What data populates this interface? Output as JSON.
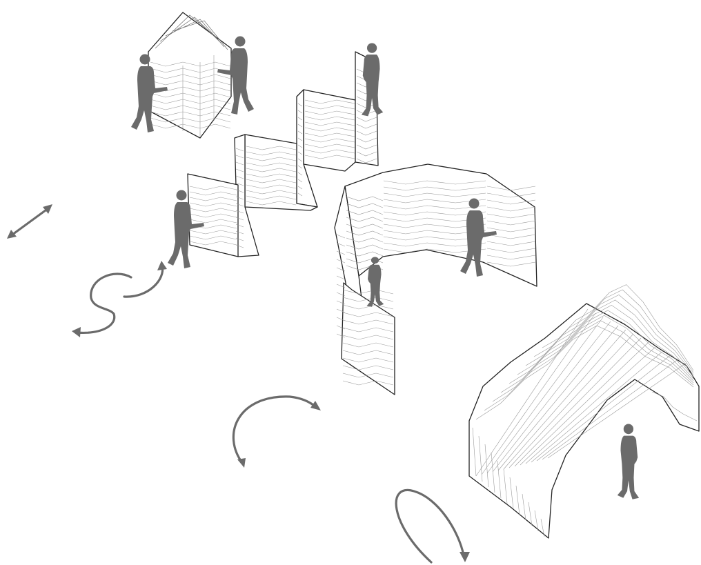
{
  "figure": {
    "description_free": true,
    "panels": [
      {
        "id": "stacked",
        "icon": "translate-arrow-icon",
        "people": 2
      },
      {
        "id": "zigzag",
        "icon": "s-curve-arrow-icon",
        "people": 2
      },
      {
        "id": "curved",
        "icon": "arc-arrow-icon",
        "people": 2
      },
      {
        "id": "vault",
        "icon": "loop-arrow-icon",
        "people": 1
      }
    ],
    "colors": {
      "outline": "#222222",
      "fold_lines": "#9a9a9a",
      "arrows": "#6b6b6b",
      "people": "#6b6b6b"
    }
  }
}
